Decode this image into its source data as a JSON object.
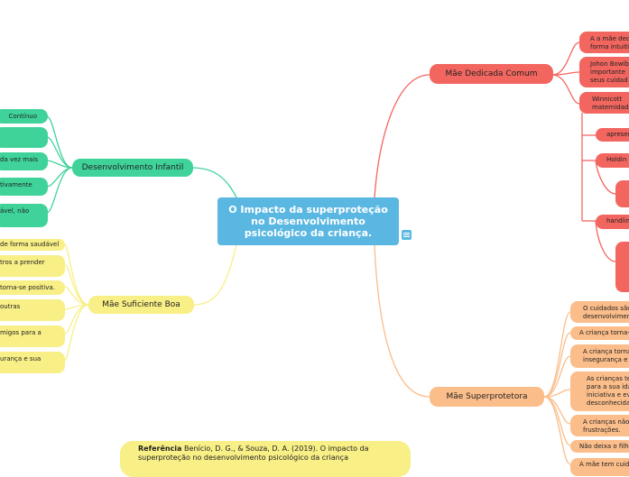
{
  "central": {
    "title": "O Impacto da superproteção no Desenvolvimento psicológico da criança."
  },
  "branches": {
    "desenvolvimento_infantil": {
      "label": "Desenvolvimento Infantil",
      "children": [
        "Contínuo",
        "",
        "da vez mais",
        "tivamente",
        "ável, não"
      ]
    },
    "mae_suficiente_boa": {
      "label": "Mãe Suficiente Boa",
      "children": [
        "de forma saudável",
        "tros a prender",
        "torna-se positiva.",
        "outras",
        "migos para a",
        "urança e sua"
      ]
    },
    "mae_dedicada_comum": {
      "label": "Mãe Dedicada Comum",
      "children": [
        "A a mãe dec forma intuiti",
        "Johon Bowlb importante seus cuidad",
        "Winnicott maternidade"
      ],
      "sub_children": [
        "apresen",
        "Holdin",
        "",
        "handlin",
        ""
      ]
    },
    "mae_superprotetora": {
      "label": "Mãe Superprotetora",
      "children": [
        "O cuidados são desenvolvimen",
        "A criança torna-s",
        "A criança torna insegurança e s",
        "As crianças te para a sua ida iniciativa e evi desconhecida",
        "A crianças não frustrações.",
        "Não deixa o filho",
        "A mãe tem cuida"
      ]
    }
  },
  "reference": {
    "label": "Referência",
    "text": "Benício, D. G., & Souza, D. A. (2019). O impacto da superproteção no desenvolvimento psicológico da criança"
  },
  "colors": {
    "central": "#5ab7e2",
    "green": "#3fd39a",
    "yellow": "#f8ef86",
    "red": "#f2665f",
    "orange": "#fbbd8a"
  }
}
